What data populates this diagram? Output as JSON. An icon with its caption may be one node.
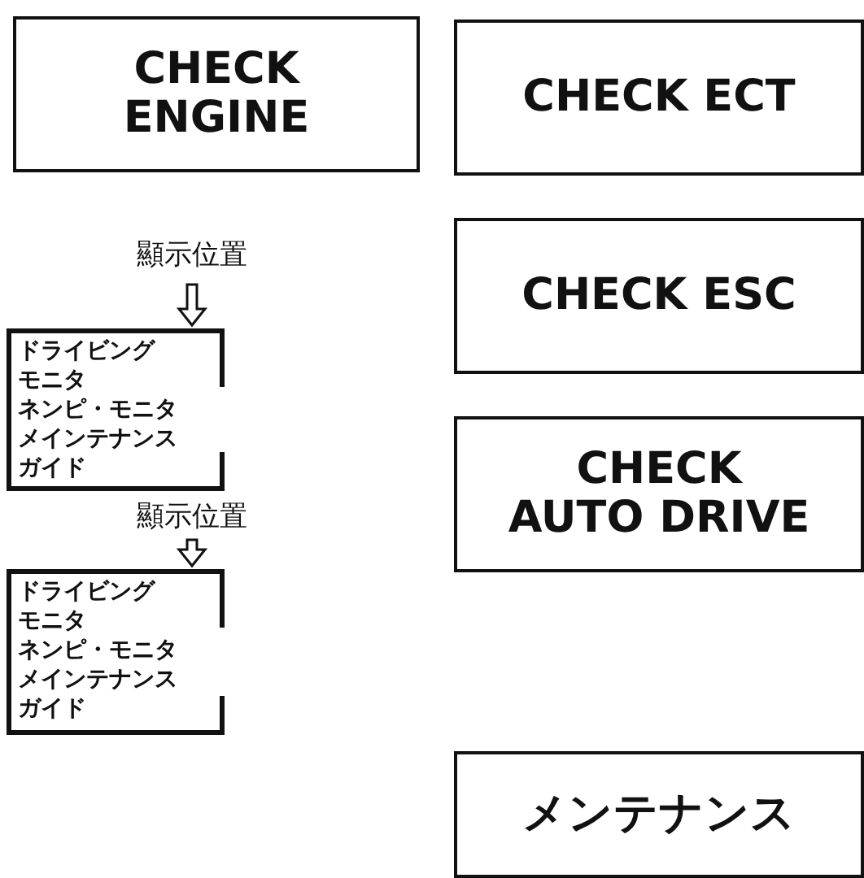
{
  "diagram": {
    "nodes": [
      {
        "text": [
          "CHECK ENGINE"
        ]
      },
      {
        "text": [
          "CHECK ECT"
        ]
      },
      {
        "text": [
          "CHECK ESC"
        ]
      },
      {
        "text": [
          "CHECK AUTO DRIVE"
        ]
      },
      {
        "text": [
          "顯示位置"
        ]
      },
      {
        "text": [
          "ドライビングモニタ",
          "ネンピ・モニタ",
          "メインテナンス",
          "ガイド"
        ]
      },
      {
        "text": [
          "顯示位置"
        ]
      },
      {
        "text": [
          "ドライビングモニタ",
          "ネンピ・モニタ",
          "メインテナンス",
          "ガイド"
        ]
      },
      {
        "text": [
          "メンテナンス"
        ]
      }
    ],
    "edges": [
      {
        "from": 4,
        "to": 5,
        "arrow": "to"
      },
      {
        "from": 6,
        "to": 7,
        "arrow": "to"
      }
    ]
  }
}
